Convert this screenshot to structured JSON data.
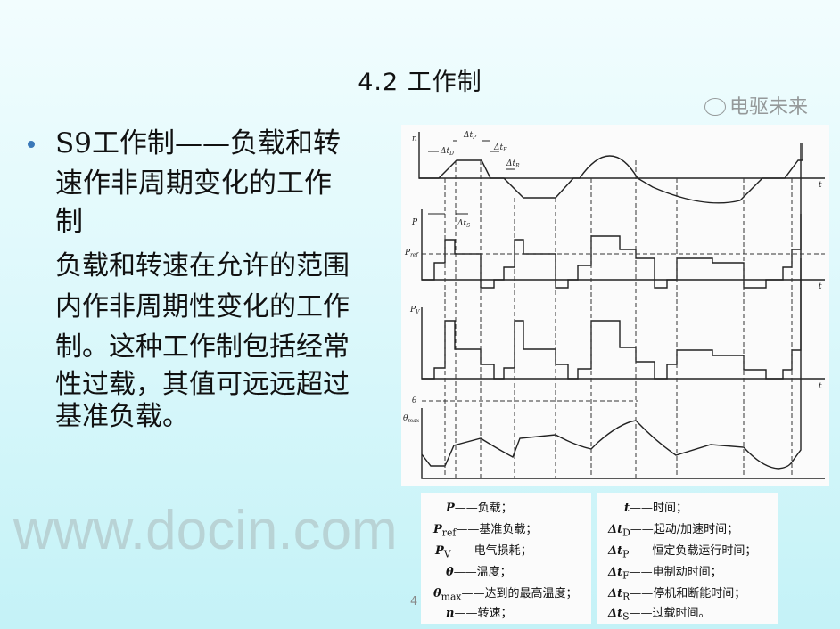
{
  "slide": {
    "title": "4.2 工作制",
    "bullet_lines": [
      "S9工作制——负载和转",
      "速作非周期变化的工作",
      "制"
    ],
    "paragraph_lines": [
      " 负载和转速在允许的范围",
      "内作非周期性变化的工作",
      "制。这种工作制包括经常",
      "性过载，其值可远远超过",
      "基准负载。"
    ],
    "page_number": "4",
    "bullet_color": "#3a78b8"
  },
  "diagram": {
    "labels": {
      "n": "n",
      "t": "t",
      "dtD": "Δt",
      "dtD_sub": "D",
      "dtP": "Δt",
      "dtP_sub": "P",
      "dtF": "Δt",
      "dtF_sub": "F",
      "dtR": "Δt",
      "dtR_sub": "R",
      "dtS": "Δt",
      "dtS_sub": "S",
      "P": "P",
      "Pref": "P",
      "Pref_sub": "ref",
      "Pv": "P",
      "Pv_sub": "V",
      "theta": "θ",
      "theta_max": "θ",
      "theta_max_sub": "max"
    }
  },
  "legend": {
    "left": [
      {
        "sym": "P",
        "sub": "",
        "text": "——负载；"
      },
      {
        "sym": "P",
        "sub": "ref",
        "text": "——基准负载；"
      },
      {
        "sym": "P",
        "sub": "V",
        "text": "——电气损耗；"
      },
      {
        "sym": "θ",
        "sub": "",
        "text": "——温度；"
      },
      {
        "sym": "θ",
        "sub": "max",
        "text": "——达到的最高温度；"
      },
      {
        "sym": "n",
        "sub": "",
        "text": "——转速；"
      }
    ],
    "right": [
      {
        "sym": "t",
        "sub": "",
        "text": "——时间；"
      },
      {
        "sym": "Δt",
        "sub": "D",
        "text": "——起动/加速时间；"
      },
      {
        "sym": "Δt",
        "sub": "P",
        "text": "——恒定负载运行时间；"
      },
      {
        "sym": "Δt",
        "sub": "F",
        "text": "——电制动时间；"
      },
      {
        "sym": "Δt",
        "sub": "R",
        "text": "——停机和断能时间；"
      },
      {
        "sym": "Δt",
        "sub": "S",
        "text": "——过载时间。"
      }
    ]
  },
  "watermarks": {
    "docin": "www.docin.com",
    "wechat": "电驱未来"
  }
}
